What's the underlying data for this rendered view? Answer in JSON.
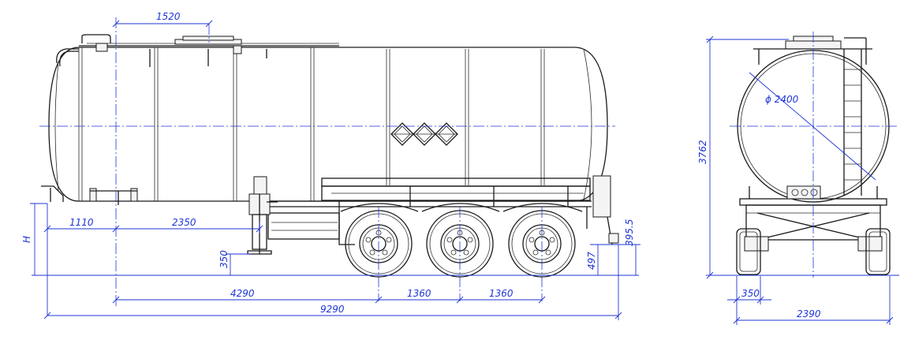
{
  "colors": {
    "dimension": "#1f35d6",
    "outline": "#1a1a1a"
  },
  "dimensions": {
    "top_hatch_offset": "1520",
    "front_overhang": "1110",
    "kingpin_to_leg": "2350",
    "height_symbol": "H",
    "leg_height": "350",
    "kingpin_to_axle": "4290",
    "axle_spacing_1": "1360",
    "axle_spacing_2": "1360",
    "overall_length": "9290",
    "rear_clearance": "497",
    "rear_bumper_height": "395.5",
    "tank_diameter": "ϕ 2400",
    "overall_height": "3762",
    "wheel_width": "350",
    "overall_width": "2390"
  }
}
